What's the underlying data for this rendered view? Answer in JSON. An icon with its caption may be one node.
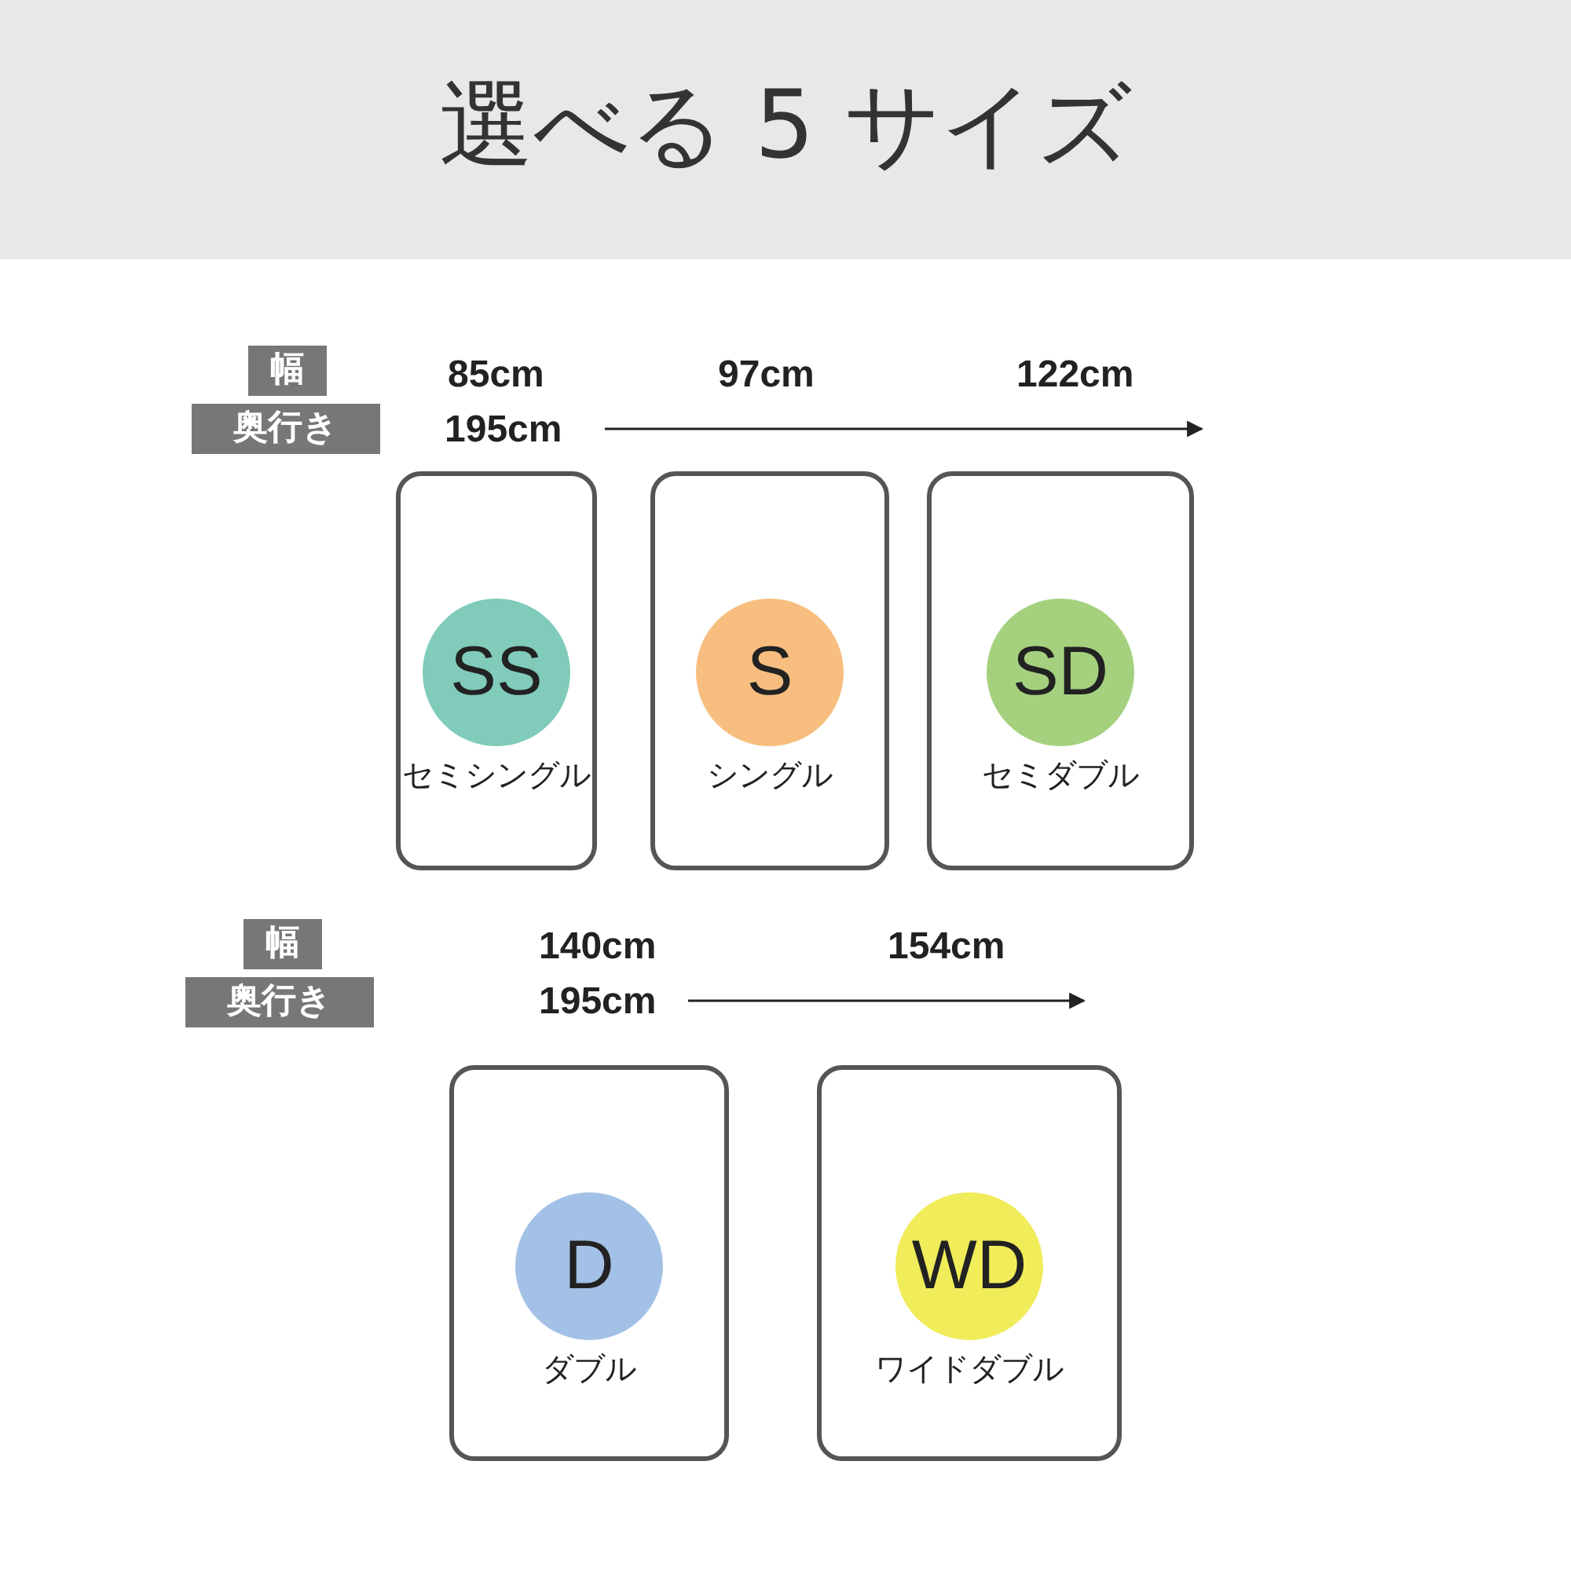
{
  "diagram": {
    "title": "選べる 5 サイズ",
    "nodes": [
      {
        "text": [
          "セミシングル"
        ]
      },
      {
        "text": [
          "SS"
        ],
        "in": 0
      },
      {
        "text": [
          "シングル"
        ]
      },
      {
        "text": [
          "S"
        ],
        "in": 2
      },
      {
        "text": [
          "セミダブル"
        ]
      },
      {
        "text": [
          "SD"
        ],
        "in": 4
      },
      {
        "text": [
          "ダブル"
        ]
      },
      {
        "text": [
          "D"
        ],
        "in": 6
      },
      {
        "text": [
          "ワイドダブル"
        ]
      },
      {
        "text": [
          "WD"
        ],
        "in": 8
      }
    ],
    "edges": [],
    "labels": [
      "幅",
      "奥行き",
      "85cm",
      "97cm",
      "122cm",
      "195cm",
      "幅",
      "奥行き",
      "140cm",
      "154cm",
      "195cm"
    ]
  }
}
